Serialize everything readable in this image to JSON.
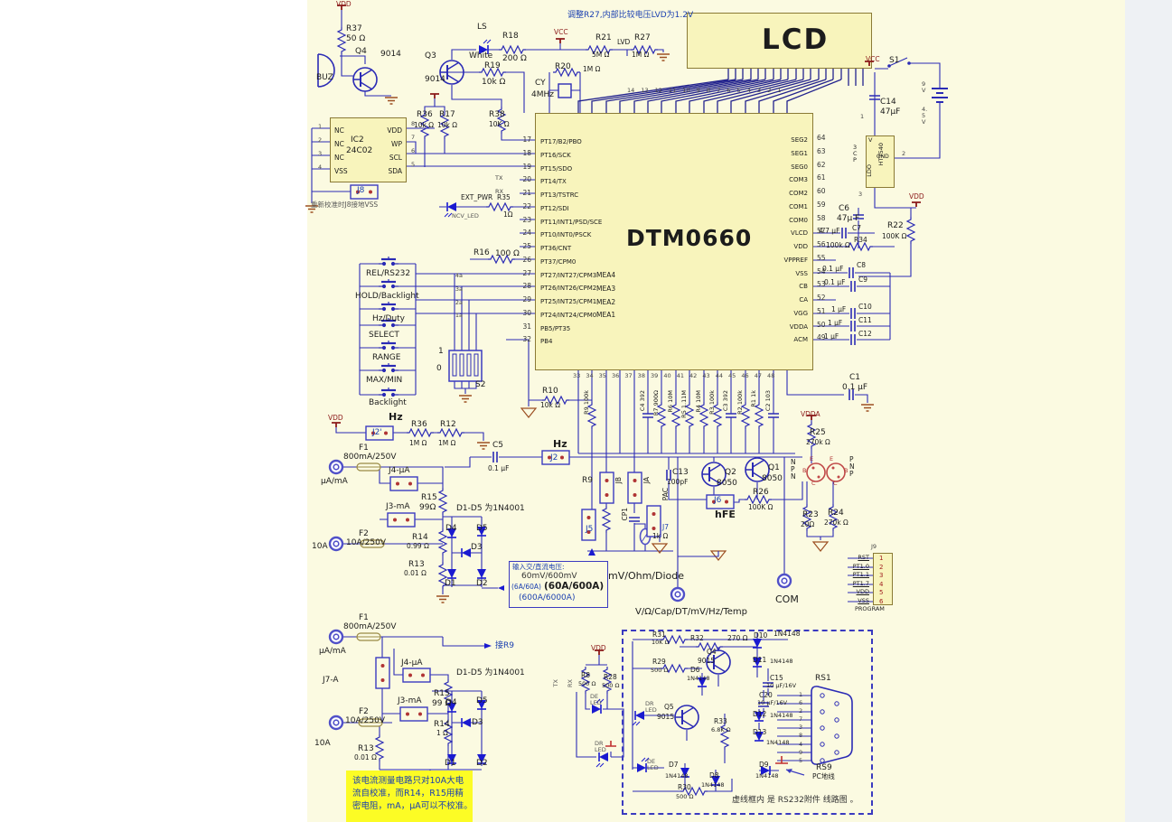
{
  "notes": {
    "top": "调整R27,内部比较电压LVD为1.2V",
    "j8": "重新校准时J8接地VSS",
    "d1d5_a": "D1-D5 为1N4001",
    "d1d5_b": "D1-D5 为1N4001",
    "input_box": [
      "输入交/直流电压:",
      "60mV/600mV",
      "(6A/60A)",
      "(60A/600A)",
      "(600A/6000A)"
    ],
    "cal": [
      "该电流测量电路只对10A大电",
      "流自校准，而R14，R15用精",
      "密电阻，mA，µA可以不校准。"
    ],
    "rs232": "虚线框内 是 RS232附件 线路图 。",
    "to_r9": "接R9"
  },
  "top_left": {
    "vdd": "VDD",
    "r37": "R37",
    "r37_v": "50 Ω",
    "q4": "Q4",
    "q4_t": "9014",
    "buz": "BUZ",
    "q3": "Q3",
    "q3_t": "9014",
    "ls": "LS",
    "ls_t": "White",
    "r18": "R18",
    "r18_v": "200 Ω",
    "vcc": "VCC",
    "r21": "R21",
    "r21_v": "5M Ω",
    "lvd": "LVD",
    "r27": "R27",
    "r27_v": "1M Ω",
    "r19": "R19",
    "r19_v": "10k Ω",
    "r20": "R20",
    "r20_v": "1M Ω",
    "cy": "CY",
    "cy_v": "4MHz",
    "r36": "R36",
    "r36_v": "10k Ω",
    "r17": "R17",
    "r17_v": "10k Ω",
    "r38": "R38",
    "r38_v": "10K Ω"
  },
  "eeprom": {
    "name": "IC2",
    "part": "24C02",
    "left_pins": [
      "NC",
      "NC",
      "NC",
      "VSS"
    ],
    "right_pins": [
      "VDD",
      "WP",
      "SCL",
      "SDA"
    ],
    "left_nums": [
      "1",
      "2",
      "3",
      "4"
    ],
    "right_nums": [
      "8",
      "7",
      "6",
      "5"
    ],
    "j8": "J8"
  },
  "ext": {
    "pwr": "EXT_PWR",
    "ncv": "NCV_LED",
    "r35": "R35",
    "r35_v": "1Ω",
    "tx": "TX",
    "rx": "RX"
  },
  "chip": {
    "name": "DTM0660",
    "left_nums": [
      "17",
      "18",
      "19",
      "20",
      "21",
      "22",
      "23",
      "24",
      "25",
      "26",
      "27",
      "28",
      "29",
      "30",
      "31",
      "32"
    ],
    "left_pins": [
      "PT17/B2/PBO",
      "PT16/SCK",
      "PT15/SDO",
      "PT14/TX",
      "PT13/TSTRC",
      "PT12/SDI",
      "PT11/INT1/PSD/SCE",
      "PT10/INT0/PSCK",
      "PT36/CNT",
      "PT37/CPM0",
      "PT27/INT27/CPM3",
      "PT26/INT26/CPM2",
      "PT25/INT25/CPM1",
      "PT24/INT24/CPM0",
      "PB5/PT35",
      "PB4"
    ],
    "right_pins": [
      "SEG2",
      "SEG1",
      "SEG0",
      "COM3",
      "COM2",
      "COM1",
      "COM0",
      "VLCD",
      "VDD",
      "VPPREF",
      "VSS",
      "CB",
      "CA",
      "VGG",
      "VDDA",
      "ACM"
    ],
    "right_nums": [
      "64",
      "63",
      "62",
      "61",
      "60",
      "59",
      "58",
      "57",
      "56",
      "55",
      "54",
      "53",
      "52",
      "51",
      "50",
      "49"
    ],
    "mea": [
      "MEA4",
      "MEA3",
      "MEA2",
      "MEA1"
    ],
    "a_tags": [
      "4a",
      "3a",
      "2a",
      "1a"
    ],
    "top_nums": [
      "14",
      "13",
      "12",
      "11",
      "10",
      "9",
      "8",
      "7",
      "6",
      "5",
      "4",
      "3",
      "2",
      "1"
    ],
    "bottom_nums": [
      "33",
      "34",
      "35",
      "36",
      "37",
      "38",
      "39",
      "40",
      "41",
      "42",
      "43",
      "44",
      "45",
      "46",
      "47",
      "48"
    ]
  },
  "lcd": {
    "title": "LCD"
  },
  "power": {
    "s1": "S1",
    "vcc": "VCC",
    "bat9": "9V",
    "bat45": "4.5V",
    "c14": "C14",
    "c14_v": "47µF",
    "reg_part": "HT7540",
    "reg_tag": "3CP",
    "reg_v": "V",
    "reg_gnd": "GND",
    "reg_ldo": "LDO",
    "p1": "1",
    "p2": "2",
    "p3": "3",
    "vdd": "VDD"
  },
  "right_rail": {
    "c6": "C6",
    "c6_v": "47µ F",
    "c7": "C7",
    "c7_v": "4.7 µF",
    "r34": "R34",
    "r34_v": "100k Ω",
    "c8": "C8",
    "c8_v": "0.1 µF",
    "c9": "C9",
    "c9_v": "0.1 µF",
    "c10": "C10",
    "c10_v": "1 µF",
    "c11": "C11",
    "c11_v": "1 µF",
    "c12": "C12",
    "c12_v": "1 µF",
    "r22": "R22",
    "r22_v": "100K Ω",
    "c1": "C1",
    "c1_v": "0.1 µF"
  },
  "buttons": {
    "items": [
      "REL/RS232",
      "HOLD/Backlight",
      "Hz/Duty",
      "SELECT",
      "RANGE",
      "MAX/MIN",
      "Backlight"
    ],
    "s2": "S2",
    "on": "1",
    "off": "0",
    "r16": "R16",
    "r16_v": "100 Ω",
    "r10": "R10",
    "r10_v": "10k Ω"
  },
  "hz": {
    "vdd": "VDD",
    "hz1": "Hz",
    "j2p": "J2'",
    "r36": "R36",
    "r36_v": "1M Ω",
    "r12": "R12",
    "r12_v": "1M Ω",
    "c5": "C5",
    "c5_v": "0.1 µF",
    "hz2": "Hz",
    "j2": "J2"
  },
  "current1": {
    "f1": "F1",
    "f1_v": "800mA/250V",
    "jack_ua": "µA/mA",
    "j4": "J4-µA",
    "j3": "J3-mA",
    "r15": "R15",
    "r15_v": "99Ω",
    "r14": "R14",
    "r14_v": "0.99 Ω",
    "r13": "R13",
    "r13_v": "0.01 Ω",
    "jack_10a": "10A",
    "f2": "F2",
    "f2_v": "10A/250V",
    "d4": "D4",
    "d5": "D5",
    "d3": "D3",
    "d1": "D1",
    "d2": "D2"
  },
  "terminals": {
    "mvohm": "mV/Ohm/Diode",
    "vin": "V/Ω/Cap/DT/mV/Hz/Temp",
    "com": "COM"
  },
  "hfe": {
    "q2": "Q2",
    "q2_v": "8050",
    "q1": "Q1",
    "q1_v": "8050",
    "j6": "J6",
    "label": "hFE",
    "r26": "R26",
    "r26_v": "100K Ω",
    "vdda": "VDDA",
    "r25": "R25",
    "r25_v": "270k Ω",
    "npn": "NPN",
    "pnp": "PNP",
    "r23": "R23",
    "r23_v": "20Ω",
    "r24": "R24",
    "r24_v": "270k Ω",
    "b": "B",
    "c": "C",
    "e": "E"
  },
  "mid": {
    "r9": "R9",
    "j5": "J5",
    "jb": "JB",
    "ja": "JA",
    "cp1": "CP1",
    "th_v": "1k Ω",
    "pac": "PAC",
    "j7": "J7",
    "c13": "C13",
    "c13_v": "100pF"
  },
  "divider": [
    "R9 100k",
    "C4 392",
    "R7 900Ω",
    "R6 10M",
    "R5 1.11M",
    "R4 10M",
    "R3 100k",
    "C3 392",
    "R2 100k",
    "R1 1k",
    "C2 103"
  ],
  "program": {
    "j9": "J9",
    "pins": [
      "RST",
      "PT1.0",
      "PT1.1",
      "PT1.7",
      "VDD",
      "VSS"
    ],
    "nums": [
      "1",
      "2",
      "3",
      "4",
      "5",
      "6"
    ],
    "caption": "PROGRAM"
  },
  "current2": {
    "f1": "F1",
    "f1_v": "800mA/250V",
    "jack_ua": "µA/mA",
    "j7a": "J7-A",
    "j4": "J4-µA",
    "j3": "J3-mA",
    "r15": "R15",
    "r15_v": "99 Ω",
    "r14": "R14",
    "r14_v": "1 Ω",
    "f2": "F2",
    "f2_v": "10A/250V",
    "jack_10a": "10A",
    "r13": "R13",
    "r13_v": "0.01 Ω",
    "d4": "D4",
    "d5": "D5",
    "d3": "D3",
    "d1": "D1",
    "d2": "D2"
  },
  "ir": {
    "vdd": "VDD",
    "r8": "R8",
    "r8_v": "500 Ω",
    "r28": "R28",
    "r28_v": "500 Ω",
    "de": "DE\nLED",
    "dr": "DR\nLED",
    "tx": "TX",
    "rx": "RX"
  },
  "rs232": {
    "r31": "R31",
    "r31_v": "10K Ω",
    "r32": "R32",
    "r32_v": "270 Ω",
    "d10": "D10",
    "d10_v": "1N4148",
    "q4": "Q4",
    "q4_v": "9015",
    "r29": "R29",
    "r29_v": "500 Ω",
    "d11": "D11",
    "d11_v": "1N4148",
    "d6": "D6",
    "d6_v": "1N4148",
    "c15": "C15",
    "c15_v": "10 µF/16V",
    "c20": "C20",
    "c20_v": "10 µF/16V",
    "rs1": "RS1",
    "d12": "D12",
    "d12_v": "1N4148",
    "d13": "D13",
    "d13_v": "1N4148",
    "q5": "Q5",
    "q5_v": "9015",
    "r33": "R33",
    "r33_v": "6.8K Ω",
    "d7": "D7",
    "d7_v": "1N4148",
    "d8": "D8",
    "d8_v": "1N4148",
    "d9": "D9",
    "d9_v": "1N4148",
    "r30": "R30",
    "r30_v": "500 Ω",
    "rs9": "RS9",
    "rs9_v": "PC地线",
    "dr": "DR\nLED",
    "de": "DE\nLED",
    "db9": [
      "1",
      "6",
      "2",
      "7",
      "3",
      "8",
      "4",
      "9",
      "5"
    ]
  }
}
